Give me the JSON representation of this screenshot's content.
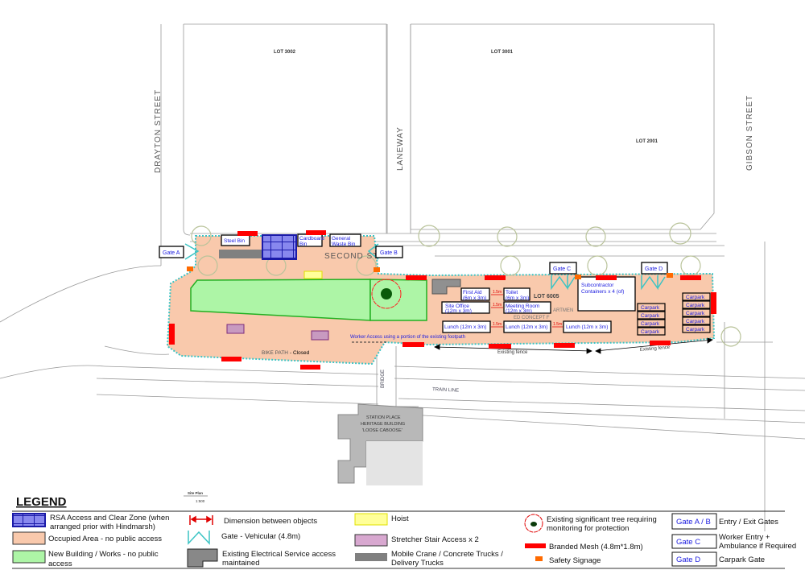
{
  "streets": {
    "drayton": "DRAYTON STREET",
    "laneway": "LANEWAY",
    "gibson": "GIBSON STREET",
    "second": "SECOND ST",
    "bridge": "BRIDGE",
    "train_line": "TRAIN LINE",
    "bike_path": "BIKE PATH",
    "bike_path_status": "- Closed"
  },
  "lots": {
    "lot3002": "LOT 3002",
    "lot3001": "LOT 3001",
    "lot2001": "LOT 2001",
    "lot6005": "LOT 6005",
    "concept": "ED CONCEPT F",
    "apartments": "ARTMEN"
  },
  "heritage": {
    "line1": "STATION PLACE",
    "line2": "HERITAGE BUILDING",
    "line3": "'LOOSE CABOOSE'"
  },
  "site": {
    "steel_bin": "Steel Bin",
    "cardboard_bin": [
      "Cardboard",
      "Bin"
    ],
    "general_waste_bin": [
      "General",
      "Waste Bin"
    ],
    "first_aid": [
      "First Aid",
      "(6m x 3m)"
    ],
    "toilet": [
      "Toilet",
      "(6m x 3m)"
    ],
    "site_office": [
      "Site Office",
      "(12m x 3m)"
    ],
    "meeting_room": [
      "Meeting Room",
      "(12m x 3m)"
    ],
    "lunch": [
      "Lunch (12m x 3m)",
      "Lunch (12m x 3m)",
      "Lunch (12m x 3m)"
    ],
    "subcontractor": [
      "Subcontractor",
      "Containers x 4 (of)"
    ],
    "carpark": "Carpark",
    "carpark_left_count": 4,
    "carpark_right_count": 5,
    "dimension": "1.5m",
    "worker_access": "Worker Access using a portion of the existing footpath",
    "existing_fence": "Existing fence"
  },
  "gates": {
    "a": "Gate A",
    "b": "Gate B",
    "c": "Gate C",
    "d": "Gate D"
  },
  "legend": {
    "title": "LEGEND",
    "scale_title": "Site Plan",
    "scale_value": "1:500",
    "rsa": [
      "RSA Access and Clear Zone (when",
      "arranged prior with Hindmarsh)"
    ],
    "occupied": "Occupied Area - no public access",
    "new_building": [
      "New Building / Works - no public",
      "access"
    ],
    "dimension": "Dimension between objects",
    "gate_vehicular": "Gate - Vehicular (4.8m)",
    "electrical": [
      "Existing Electrical Service access",
      "maintained"
    ],
    "hoist": "Hoist",
    "stretcher": "Stretcher Stair Access x 2",
    "crane": [
      "Mobile Crane / Concrete Trucks /",
      "Delivery Trucks"
    ],
    "tree": [
      "Existing significant tree requiring",
      "monitoring for protection"
    ],
    "mesh": "Branded Mesh (4.8m*1.8m)",
    "signage": "Safety Signage",
    "gate_ab_box": "Gate A / B",
    "gate_ab_desc": "Entry / Exit Gates",
    "gate_c_box": "Gate C",
    "gate_c_desc": [
      "Worker Entry +",
      "Ambulance if Required"
    ],
    "gate_d_box": "Gate D",
    "gate_d_desc": "Carpark Gate"
  },
  "colors": {
    "occupied": "#f9c9ac",
    "new_building": "#adf5a6",
    "rsa": "#1a1aa8",
    "mesh": "#ff0000",
    "signage": "#ff6a00",
    "fence": "#3cc4c4",
    "hoist": "#ffff99",
    "stretcher": "#c89ac0"
  }
}
